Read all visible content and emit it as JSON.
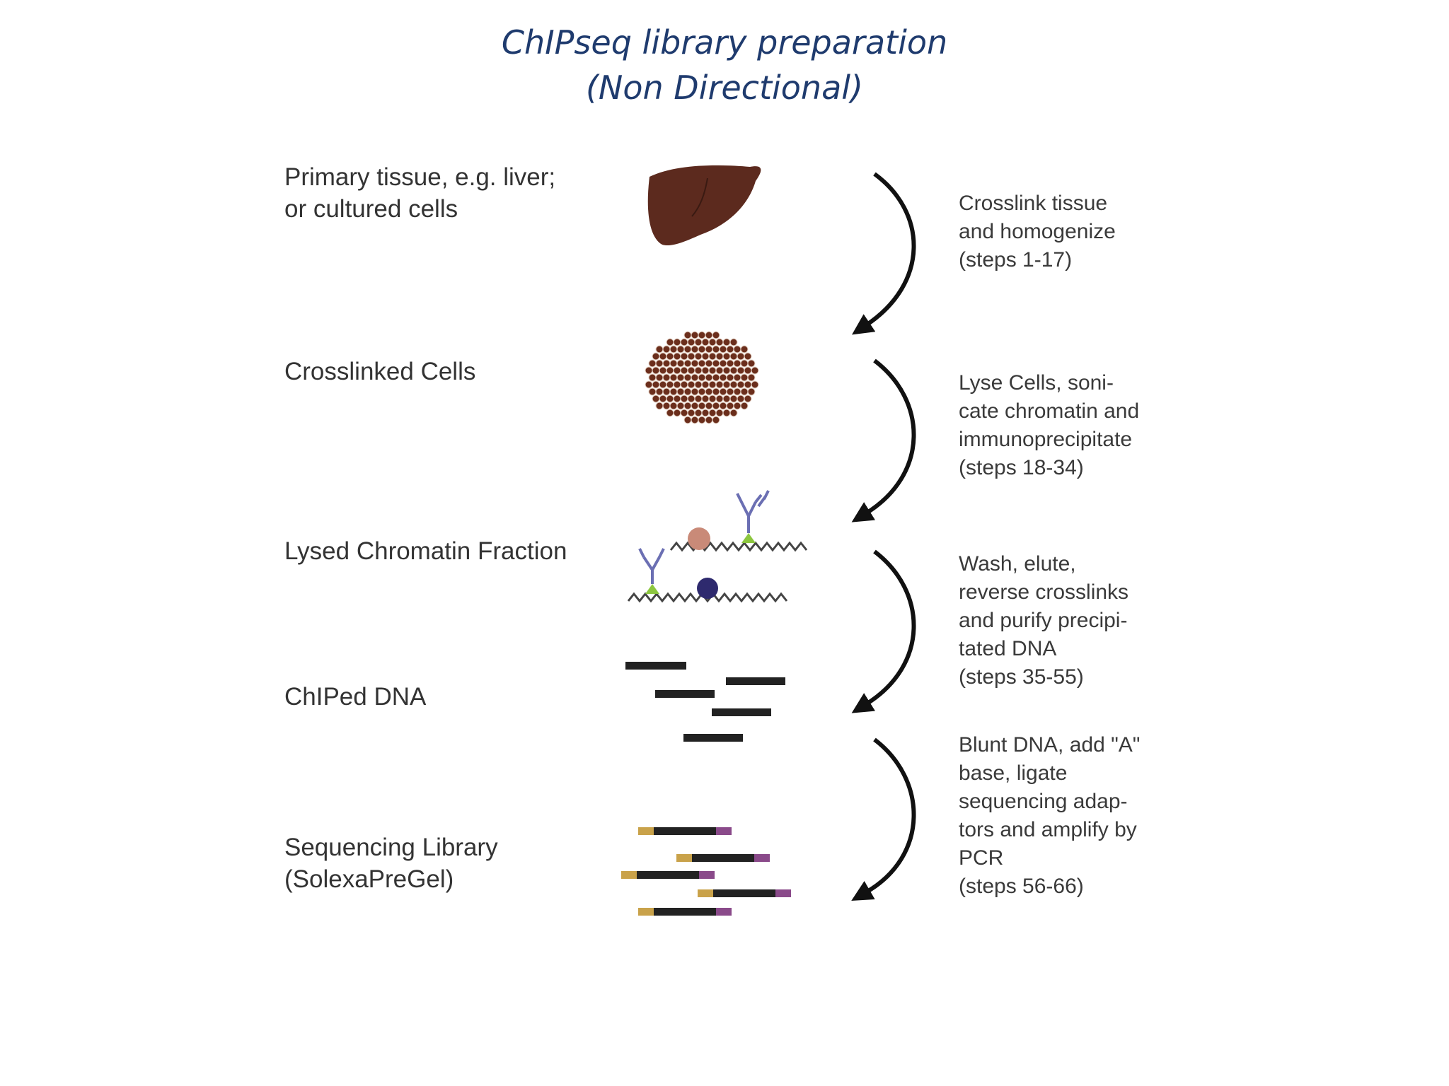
{
  "title": {
    "line1": "ChIPseq library preparation",
    "line2": "(Non Directional)"
  },
  "stages": [
    {
      "lines": [
        "Primary tissue, e.g. liver;",
        "or cultured cells"
      ],
      "icon": "liver-icon"
    },
    {
      "lines": [
        "Crosslinked Cells"
      ],
      "icon": "crosslinked-cells-icon"
    },
    {
      "lines": [
        "Lysed Chromatin Fraction"
      ],
      "icon": "chromatin-antibody-icon"
    },
    {
      "lines": [
        "ChIPed DNA"
      ],
      "icon": "dna-fragments-icon"
    },
    {
      "lines": [
        "Sequencing Library",
        "(SolexaPreGel)"
      ],
      "icon": "adaptor-ligated-fragments-icon"
    }
  ],
  "steps": [
    {
      "lines": [
        "Crosslink tissue",
        "and homogenize",
        "(steps 1-17)"
      ]
    },
    {
      "lines": [
        "Lyse Cells, soni-",
        "cate chromatin and",
        "immunoprecipitate",
        "(steps 18-34)"
      ]
    },
    {
      "lines": [
        "Wash, elute,",
        "reverse crosslinks",
        "and purify precipi-",
        "tated DNA",
        "(steps 35-55)"
      ]
    },
    {
      "lines": [
        "Blunt DNA, add \"A\"",
        "base, ligate",
        "sequencing adap-",
        "tors and amplify by",
        "PCR",
        "(steps 56-66)"
      ]
    }
  ],
  "colors": {
    "title": "#1f3b6e",
    "liver": "#5c2a1e",
    "cells": "#6b2e1c",
    "dna": "#222222",
    "adaptor_left": "#c9a24a",
    "adaptor_right": "#8a4a8a",
    "protein_green": "#8cc63f",
    "antibody": "#6b6fb3"
  }
}
